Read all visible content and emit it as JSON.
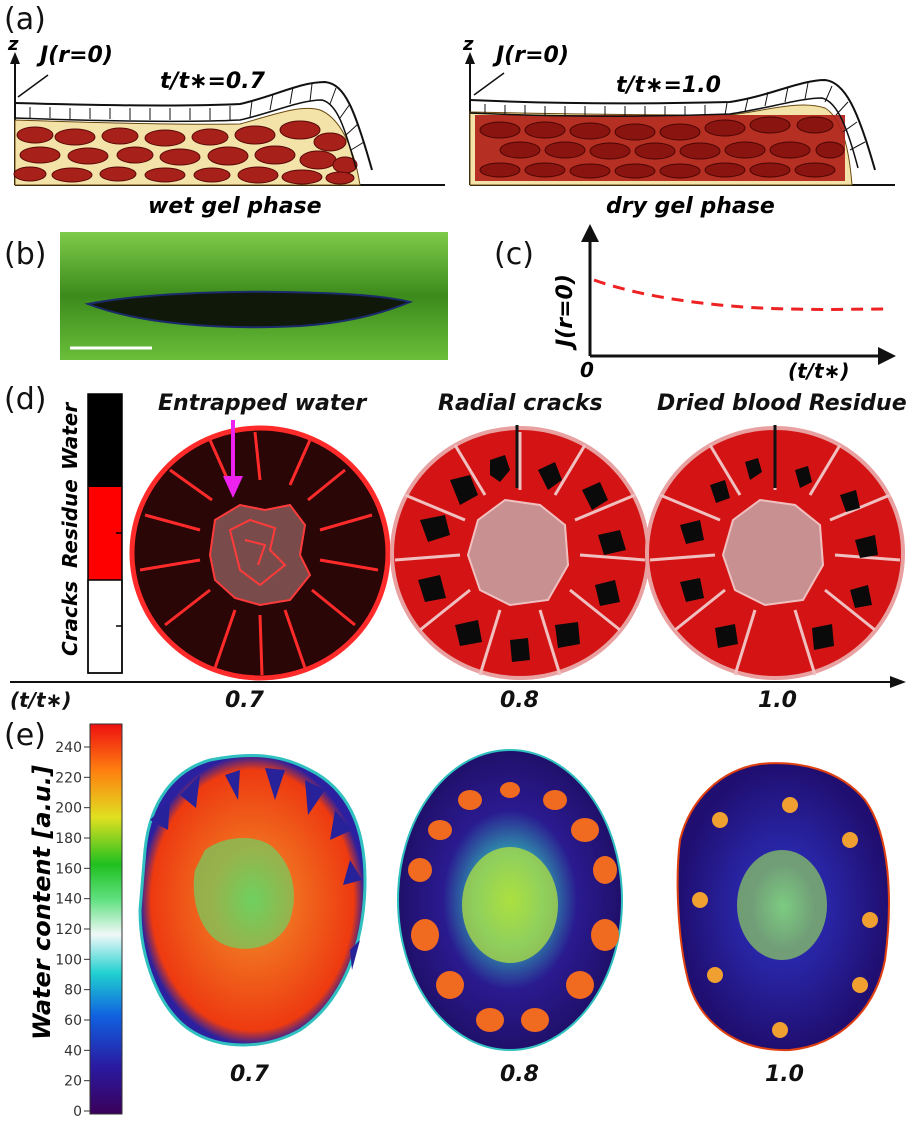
{
  "panels": {
    "a": {
      "label": "(a)",
      "left": {
        "axis": "z",
        "flux": "J(r=0)",
        "time": "t/t∗=0.7",
        "caption": "wet gel phase"
      },
      "right": {
        "axis": "z",
        "flux": "J(r=0)",
        "time": "t/t∗=1.0",
        "caption": "dry gel phase"
      }
    },
    "b": {
      "label": "(b)"
    },
    "c": {
      "label": "(c)",
      "ylabel": "J(r=0)",
      "origin": "0",
      "xlabel": "(t/t∗)"
    },
    "d": {
      "label": "(d)",
      "legend": [
        "Water",
        "Residue",
        "Cracks"
      ],
      "annotations": [
        "Entrapped water",
        "Radial cracks",
        "Dried blood Residue"
      ],
      "axis_label": "(t/t∗)",
      "times": [
        "0.7",
        "0.8",
        "1.0"
      ]
    },
    "e": {
      "label": "(e)",
      "colorbar_label": "Water content [a.u.]",
      "ticks": [
        "240",
        "220",
        "200",
        "180",
        "160",
        "140",
        "120",
        "100",
        "80",
        "60",
        "40",
        "20",
        "0"
      ],
      "times": [
        "0.7",
        "0.8",
        "1.0"
      ]
    }
  },
  "colors": {
    "blood": "#cc1111",
    "dark_blood": "#2a0505",
    "crack_edge": "#ff4040",
    "drop_green": "#5aa020"
  }
}
